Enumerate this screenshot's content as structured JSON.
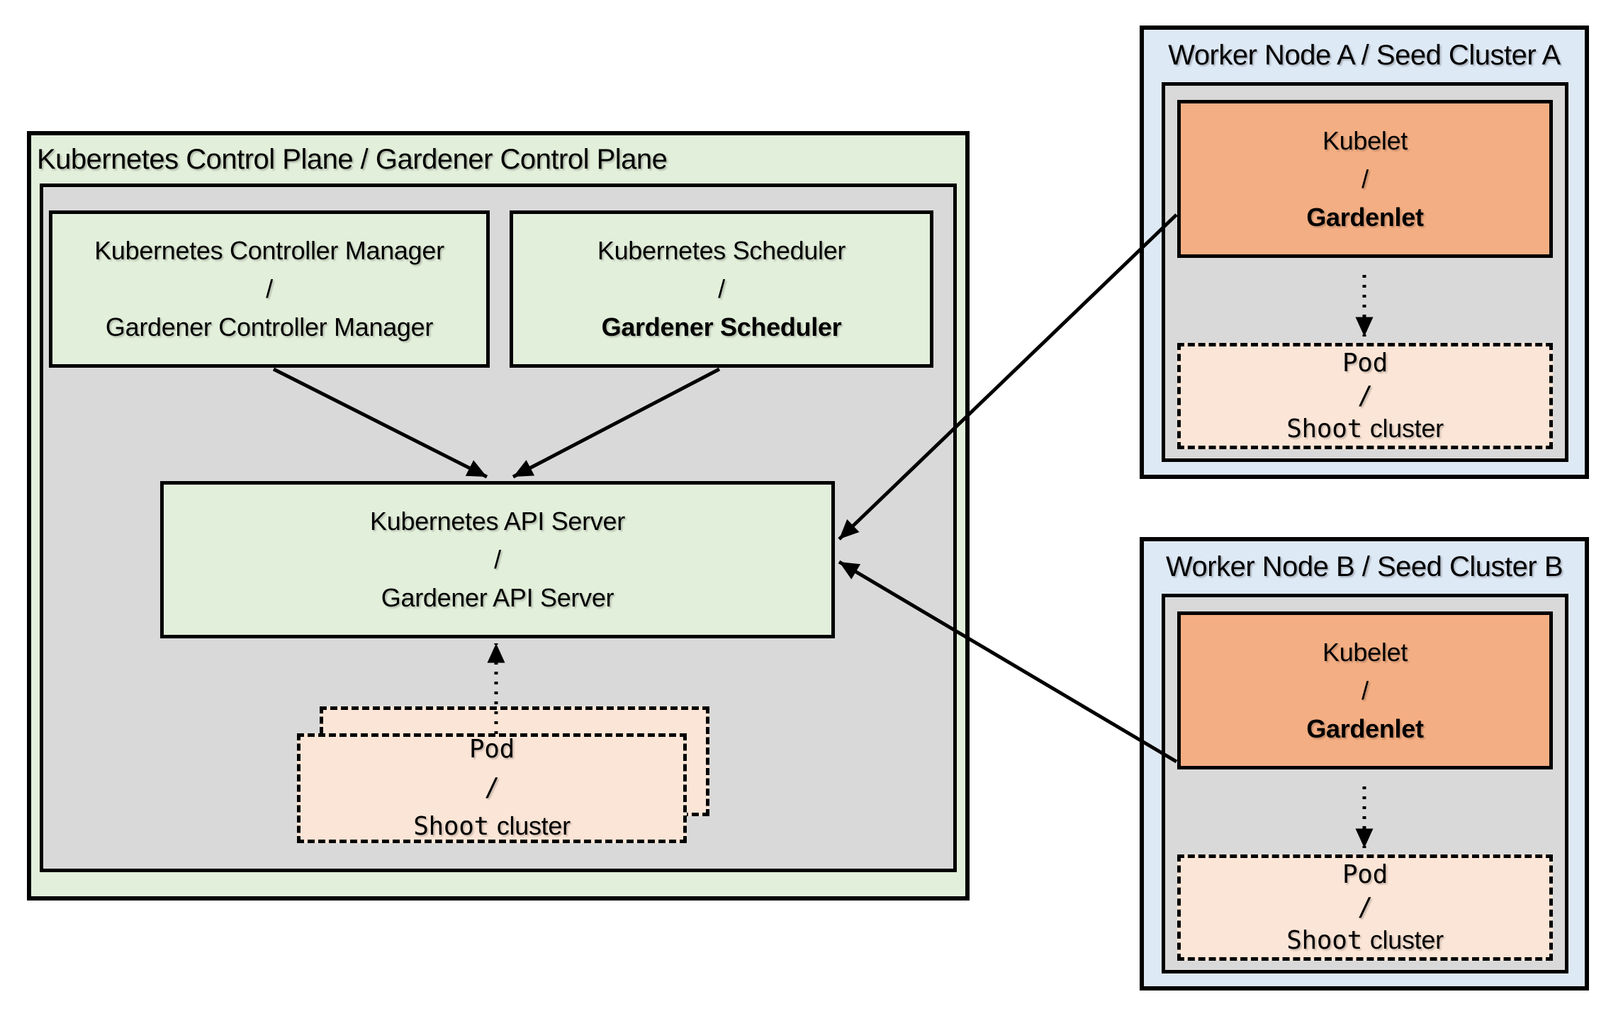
{
  "colors": {
    "canvas_bg": "#ffffff",
    "green": "#e2efda",
    "gray": "#d9d9d9",
    "blue": "#dee9f6",
    "orange": "#f4ae83",
    "peach": "#fbe5d6",
    "border": "#000000"
  },
  "control_plane": {
    "title": "Kubernetes Control Plane / Gardener Control Plane",
    "controller_manager": {
      "line1": "Kubernetes Controller Manager",
      "slash": "/",
      "line2": "Gardener Controller Manager"
    },
    "scheduler": {
      "line1": "Kubernetes Scheduler",
      "slash": "/",
      "line2": "Gardener Scheduler"
    },
    "api_server": {
      "line1": "Kubernetes API Server",
      "slash": "/",
      "line2": "Gardener API Server"
    },
    "pod": {
      "line1": "Pod",
      "slash": "/",
      "line2_mono": "Shoot",
      "line2_rest": "cluster"
    }
  },
  "worker_a": {
    "title": "Worker Node A / Seed Cluster A",
    "kubelet": {
      "line1": "Kubelet",
      "slash": "/",
      "line2": "Gardenlet"
    },
    "pod": {
      "line1": "Pod",
      "slash": "/",
      "line2_mono": "Shoot",
      "line2_rest": "cluster"
    }
  },
  "worker_b": {
    "title": "Worker Node B / Seed Cluster B",
    "kubelet": {
      "line1": "Kubelet",
      "slash": "/",
      "line2": "Gardenlet"
    },
    "pod": {
      "line1": "Pod",
      "slash": "/",
      "line2_mono": "Shoot",
      "line2_rest": "cluster"
    }
  }
}
